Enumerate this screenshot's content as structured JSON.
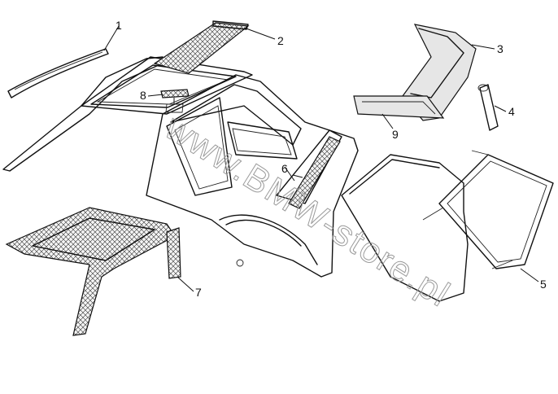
{
  "watermark": "www.BMW-store.pl",
  "callouts": [
    {
      "id": "1",
      "label": "1"
    },
    {
      "id": "2",
      "label": "2"
    },
    {
      "id": "3",
      "label": "3"
    },
    {
      "id": "4",
      "label": "4"
    },
    {
      "id": "5",
      "label": "5"
    },
    {
      "id": "6",
      "label": "6"
    },
    {
      "id": "7",
      "label": "7"
    },
    {
      "id": "8",
      "label": "8"
    },
    {
      "id": "9",
      "label": "9"
    }
  ],
  "colors": {
    "line": "#111111",
    "watermark": "#9a9a9a",
    "background": "#ffffff"
  }
}
